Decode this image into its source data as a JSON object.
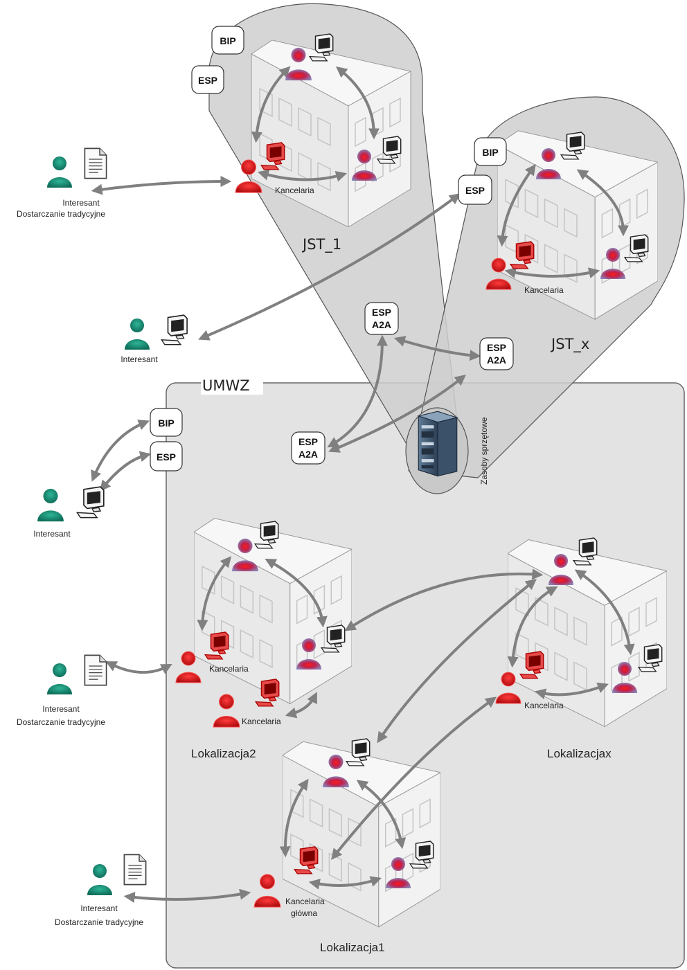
{
  "umwz": {
    "title": "UMWZ"
  },
  "jst1": {
    "title": "JST_1",
    "kancelaria": "Kancelaria",
    "bip": "BIP",
    "esp": "ESP"
  },
  "jstx": {
    "title": "JST_x",
    "kancelaria": "Kancelaria",
    "bip": "BIP",
    "esp": "ESP"
  },
  "a2a": {
    "line1": "ESP",
    "line2": "A2A"
  },
  "umwz_portals": {
    "bip": "BIP",
    "esp": "ESP"
  },
  "hardware": {
    "label": "Zasoby sprzętowe"
  },
  "lok2": {
    "title": "Lokalizacja2",
    "kancelaria1": "Kancelaria",
    "kancelaria2": "Kancelaria"
  },
  "lokx": {
    "title": "Lokalizacjax",
    "kancelaria": "Kancelaria"
  },
  "lok1": {
    "title": "Lokalizacja1",
    "kancelaria_line1": "Kancelaria",
    "kancelaria_line2": "główna"
  },
  "interesants": {
    "top_trad": {
      "line1": "Interesant",
      "line2": "Dostarczanie tradycyjne"
    },
    "top_elec": {
      "line1": "Interesant"
    },
    "mid_elec": {
      "line1": "Interesant"
    },
    "mid_trad": {
      "line1": "Interesant",
      "line2": "Dostarczanie tradycyjne"
    },
    "bot_trad": {
      "line1": "Interesant",
      "line2": "Dostarczanie tradycyjne"
    }
  },
  "colors": {
    "person_teal": "#1a8a74",
    "person_red": "#d7191c",
    "arrow_gray": "#808080",
    "bubble_gray": "#cfcfcf",
    "umwz_bg": "#e3e3e3"
  }
}
